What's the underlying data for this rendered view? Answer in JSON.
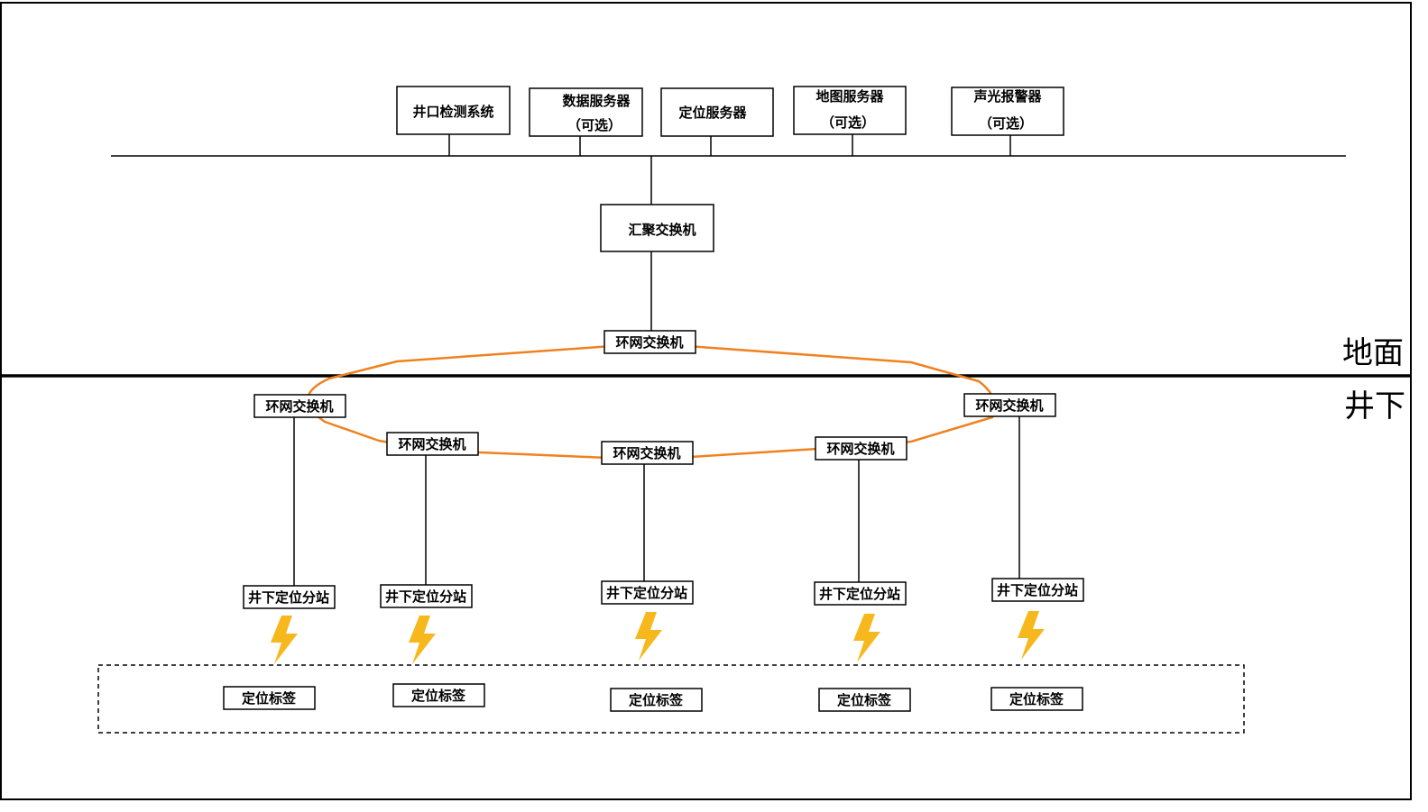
{
  "zones": {
    "surface": "地面",
    "underground": "井下"
  },
  "surface_boxes": [
    {
      "line1": "井口检测系统",
      "line2": ""
    },
    {
      "line1": "数据服务器",
      "line2": "（可选）"
    },
    {
      "line1": "定位服务器",
      "line2": ""
    },
    {
      "line1": "地图服务器",
      "line2": "（可选）"
    },
    {
      "line1": "声光报警器",
      "line2": "（可选）"
    }
  ],
  "aggregation_switch": "汇聚交换机",
  "ring_switch_label": "环网交换机",
  "substation_label": "井下定位分站",
  "tag_label": "定位标签",
  "colors": {
    "ring": "#f0811f",
    "bolt": "#f7b81d"
  },
  "icons": {
    "wireless": "lightning-bolt-icon"
  }
}
